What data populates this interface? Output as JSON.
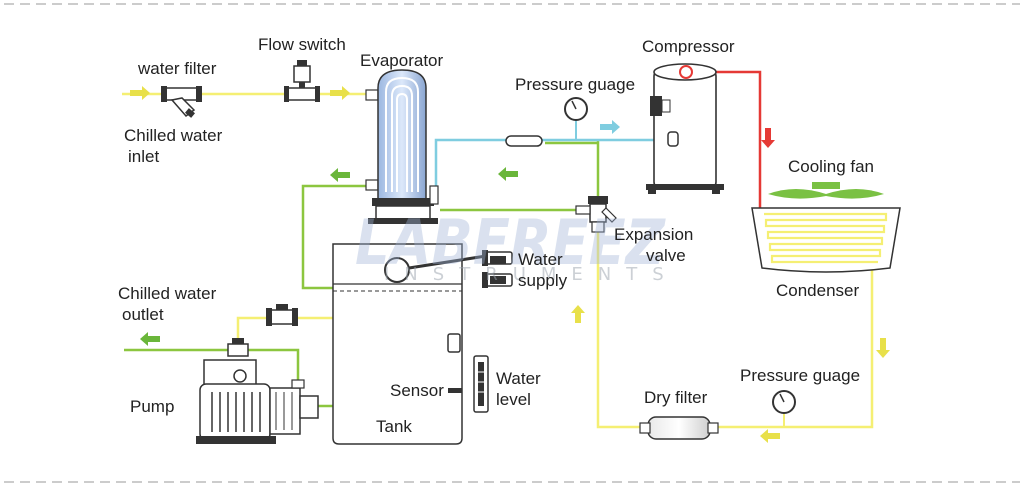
{
  "labels": {
    "water_filter": "water filter",
    "flow_switch": "Flow switch",
    "evaporator": "Evaporator",
    "compressor": "Compressor",
    "pressure_gauge_top": "Pressure guage",
    "chilled_water_inlet_1": "Chilled water",
    "chilled_water_inlet_2": "inlet",
    "cooling_fan": "Cooling fan",
    "expansion_valve_1": "Expansion",
    "expansion_valve_2": "valve",
    "water_supply_1": "Water",
    "water_supply_2": "supply",
    "condenser": "Condenser",
    "chilled_water_outlet_1": "Chilled water",
    "chilled_water_outlet_2": "outlet",
    "pressure_gauge_bottom": "Pressure guage",
    "sensor": "Sensor",
    "water_level_1": "Water",
    "water_level_2": "level",
    "dry_filter": "Dry filter",
    "pump": "Pump",
    "tank": "Tank"
  },
  "watermark": {
    "brand": "LABFREEZ",
    "sub": "INSTRUMENTS"
  },
  "colors": {
    "chilled_water_line": "#f5ef73",
    "return_water_line": "#8cc63f",
    "suction_line": "#7fcde0",
    "discharge_line": "#e53935",
    "liquid_line": "#f5ef73",
    "fan_green": "#7ac143",
    "coil_yellow": "#f5ef73",
    "outline": "#333333",
    "dash_border": "#bbbbbb"
  }
}
